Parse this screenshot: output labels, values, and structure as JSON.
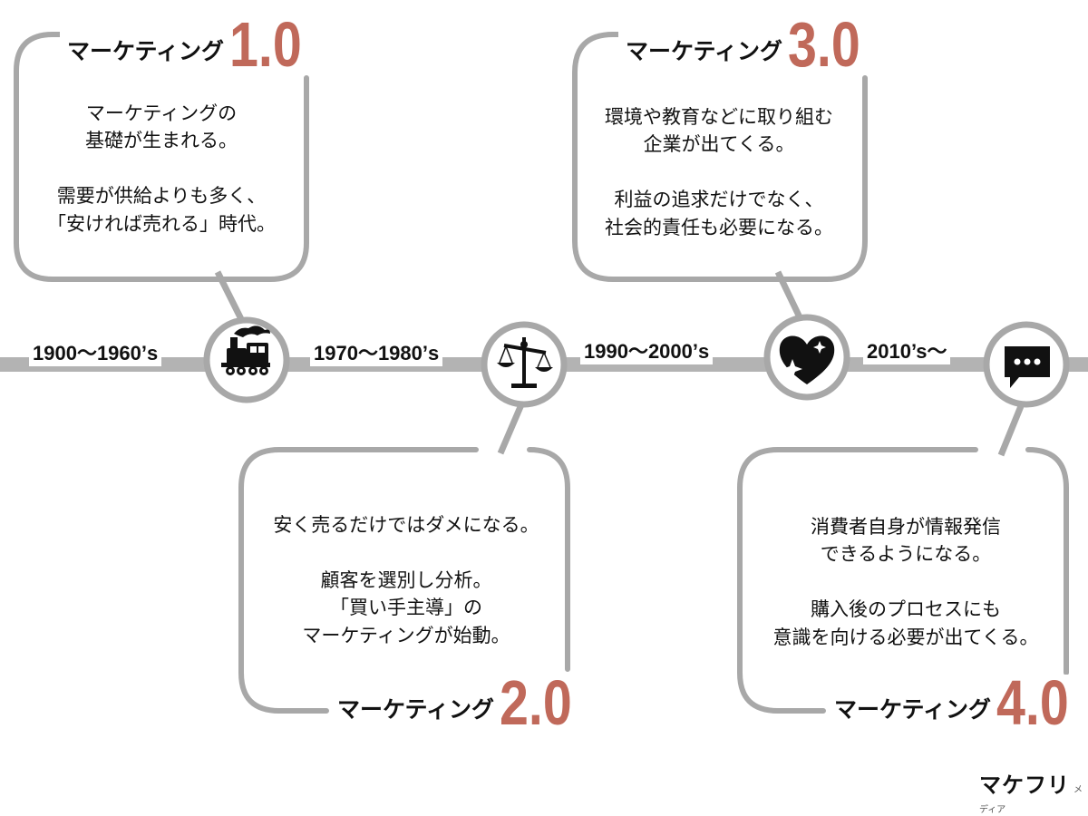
{
  "eras": [
    {
      "label": "マーケティング",
      "number": "1.0",
      "description": "マーケティングの\n基礎が生まれる。\n\n需要が供給よりも多く、\n「安ければ売れる」時代。"
    },
    {
      "label": "マーケティング",
      "number": "2.0",
      "description": "安く売るだけではダメになる。\n\n顧客を選別し分析。\n「買い手主導」の\nマーケティングが始動。"
    },
    {
      "label": "マーケティング",
      "number": "3.0",
      "description": "環境や教育などに取り組む\n企業が出てくる。\n\n利益の追求だけでなく、\n社会的責任も必要になる。"
    },
    {
      "label": "マーケティング",
      "number": "4.0",
      "description": "消費者自身が情報発信\nできるようになる。\n\n購入後のプロセスにも\n意識を向ける必要が出てくる。"
    }
  ],
  "periods": [
    "1900〜1960’s",
    "1970〜1980’s",
    "1990〜2000’s",
    "2010’s〜"
  ],
  "icons": [
    "steam-train-icon",
    "balance-scale-icon",
    "heart-sparkle-icon",
    "chat-bubble-icon"
  ],
  "colors": {
    "accent": "#c0695a",
    "line": "#b3b3b3",
    "text": "#111111"
  },
  "logo": {
    "main": "マケフリ",
    "sub": "メディア"
  }
}
